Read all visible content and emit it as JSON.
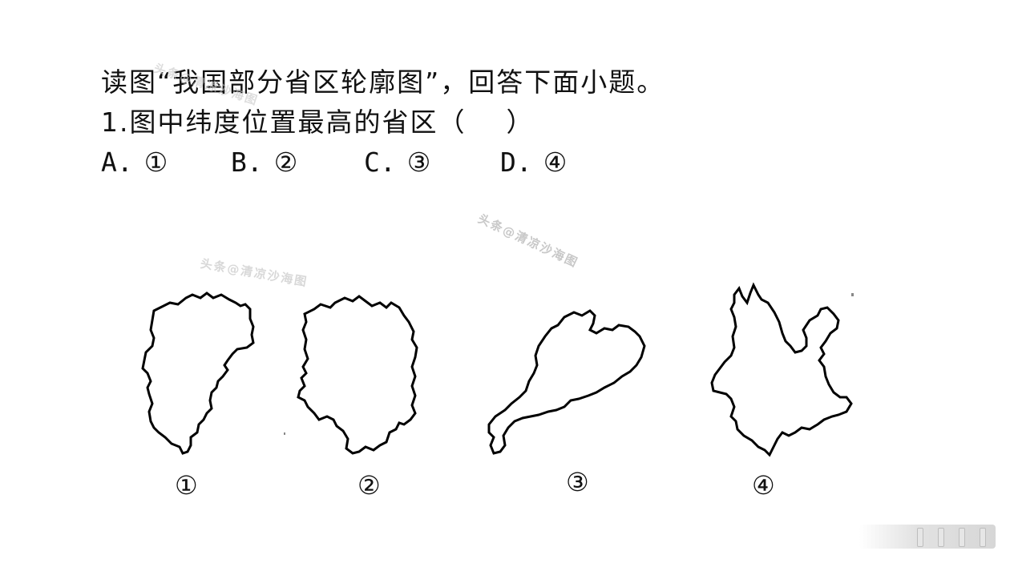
{
  "question": {
    "intro": "读图“我国部分省区轮廓图”，回答下面小题。",
    "prompt": "1.图中纬度位置最高的省区（    ）",
    "options": [
      {
        "letter": "A.",
        "value": "①"
      },
      {
        "letter": "B.",
        "value": "②"
      },
      {
        "letter": "C.",
        "value": "③"
      },
      {
        "letter": "D.",
        "value": "④"
      }
    ]
  },
  "figure": {
    "labels": [
      "①",
      "②",
      "③",
      "④"
    ]
  },
  "watermark": {
    "text": "头条@清凉沙海图"
  }
}
